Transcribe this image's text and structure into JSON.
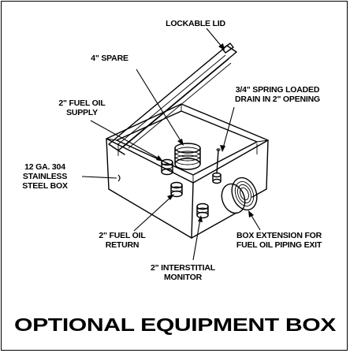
{
  "labels": {
    "lockable_lid": "LOCKABLE LID",
    "spare": "4\" SPARE",
    "drain_line1": "3/4\" SPRING LOADED",
    "drain_line2": "DRAIN IN 2\" OPENING",
    "fuel_supply_line1": "2\" FUEL OIL",
    "fuel_supply_line2": "SUPPLY",
    "steel_box_line1": "12 GA. 304",
    "steel_box_line2": "STAINLESS",
    "steel_box_line3": "STEEL BOX",
    "fuel_return_line1": "2\" FUEL OIL",
    "fuel_return_line2": "RETURN",
    "interstitial_line1": "2\" INTERSTITIAL",
    "interstitial_line2": "MONITOR",
    "extension_line1": "BOX EXTENSION FOR",
    "extension_line2": "FUEL OIL PIPING EXIT"
  },
  "title": "OPTIONAL EQUIPMENT BOX"
}
